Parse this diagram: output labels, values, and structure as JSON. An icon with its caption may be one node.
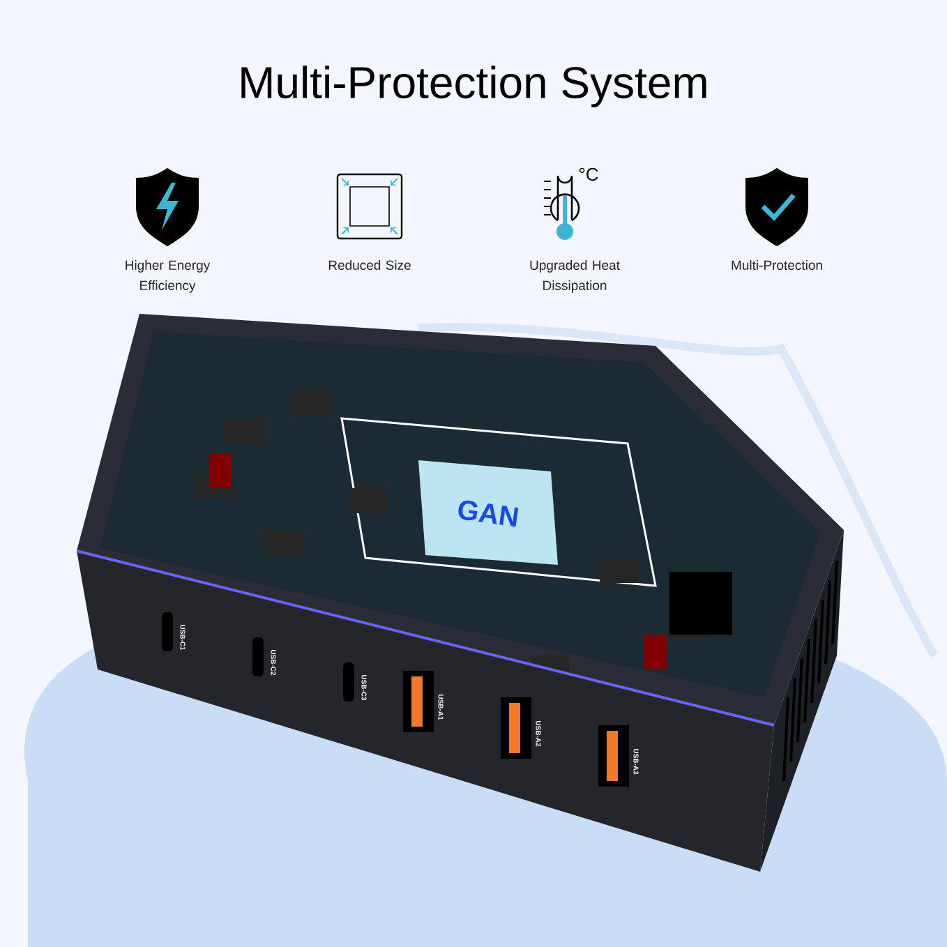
{
  "diagram": {
    "title": "Multi-Protection System",
    "labels": [
      "°C",
      "Higher Energy Efficiency",
      "Reduced Size",
      "Upgraded Heat Dissipation",
      "Multi-Protection",
      "GAN",
      "USB-C1",
      "USB-C2",
      "USB-C3",
      "USB-A1",
      "USB-A2",
      "USB-A3"
    ]
  }
}
